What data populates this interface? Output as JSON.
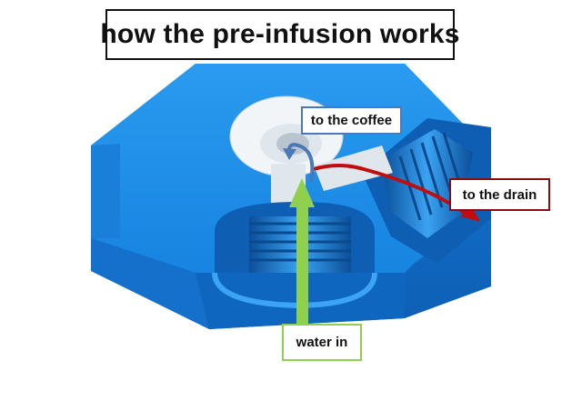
{
  "title": "how the pre-infusion works",
  "labels": {
    "coffee": "to the coffee",
    "drain": "to the drain",
    "water": "water in"
  },
  "colors": {
    "body_blue": "#1f8ee8",
    "body_shadow": "#0f62b8",
    "water_arrow": "#8fd14f",
    "coffee_arrow": "#4a78b8",
    "drain_arrow": "#c10d0d",
    "drain_box_border": "#8b0d0d"
  }
}
